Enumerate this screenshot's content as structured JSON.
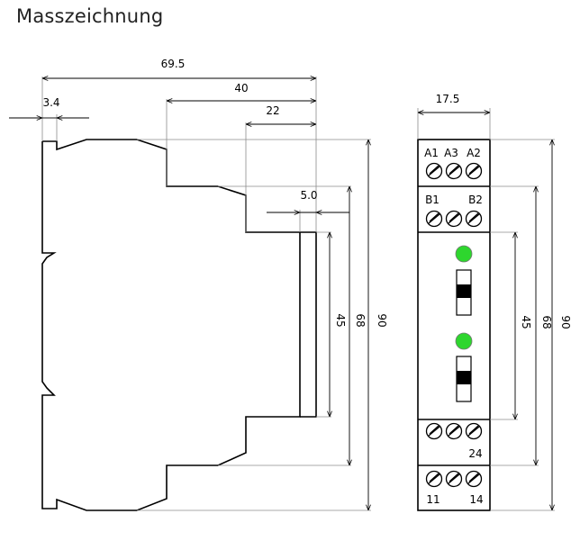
{
  "title": "Masszeichnung",
  "side_view": {
    "dim_overall_width": "69.5",
    "dim_40": "40",
    "dim_22": "22",
    "dim_rail": "3.4",
    "dim_front_depth": "5.0",
    "dim_front_height": "45",
    "dim_mid_height": "68",
    "dim_total_height": "90"
  },
  "front_view": {
    "dim_width": "17.5",
    "top_terminals": [
      "A1",
      "A3",
      "A2"
    ],
    "second_row_left": "B1",
    "second_row_right": "B2",
    "lower_label": "24",
    "bottom_left": "11",
    "bottom_right": "14",
    "dim_front_height": "45",
    "dim_mid_height": "68",
    "dim_total_height": "90",
    "led_color": "#2ed62e"
  }
}
